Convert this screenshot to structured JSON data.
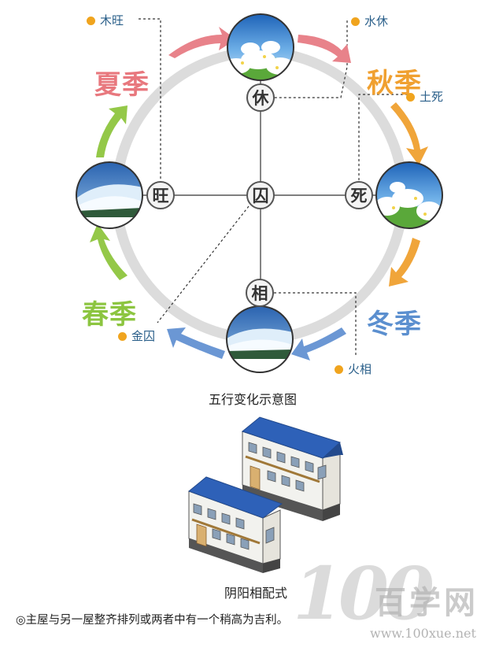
{
  "diagram": {
    "seasons": {
      "summer": {
        "label": "夏季",
        "color": "#e8787e"
      },
      "autumn": {
        "label": "秋季",
        "color": "#f0a030"
      },
      "winter": {
        "label": "冬季",
        "color": "#5b8fcf"
      },
      "spring": {
        "label": "春季",
        "color": "#8cc540"
      }
    },
    "nodes": {
      "top": "休",
      "left": "旺",
      "center": "囚",
      "right": "死",
      "bottom": "相"
    },
    "element_labels": {
      "wood": "木旺",
      "water": "水休",
      "earth": "土死",
      "metal": "金囚",
      "fire": "火相"
    },
    "images": {
      "top": "flower-field-image",
      "left": "snow-mountain-image",
      "right": "flower-field-image",
      "bottom": "snow-mountain-image"
    },
    "caption": "五行变化示意图"
  },
  "illustration": {
    "caption": "阴阳相配式",
    "note": "◎主屋与另一屋整齐排列或两者中有一个稍高为吉利。"
  },
  "watermark": {
    "number": "100",
    "text": "百学网",
    "url": "www.100xue.net"
  }
}
